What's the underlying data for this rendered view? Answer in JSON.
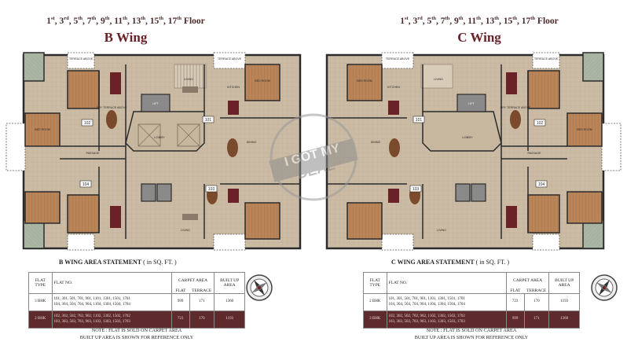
{
  "colors": {
    "title_maroon": "#6a2228",
    "dark_row": "#5e2a2c",
    "floor": "#c9b9a2",
    "terrace": "#a9b2a3",
    "wall": "#2b2b2b"
  },
  "b_wing": {
    "floors": [
      "1",
      "st",
      ", 3",
      "rd",
      ", 5",
      "th",
      ", 7",
      "th",
      ", 9",
      "th",
      ", 11",
      "th",
      ", 13",
      "th",
      ", 15",
      "th",
      ", 17",
      "th",
      " Floor"
    ],
    "title": "B Wing",
    "area_statement": "B WING AREA STATEMENT",
    "area_unit": "( in SQ. FT. )",
    "table": {
      "h_flat_type": "FLAT TYPE",
      "h_flat_no": "FLAT NO.",
      "h_carpet": "CARPET AREA",
      "h_flat": "FLAT",
      "h_terrace": "TERRACE",
      "h_built": "BUILT UP AREA",
      "rows": [
        {
          "type": "3 BHK",
          "no1": "101, 301, 501, 701, 901, 1101, 1301, 1501, 1701",
          "no2": "104, 304, 504, 704, 904, 1104, 1304, 1504, 1704",
          "flat": "999",
          "terrace": "171",
          "built": "1360"
        },
        {
          "type": "2 BHK",
          "no1": "102, 302, 502, 702, 902, 1102, 1302, 1502, 1702",
          "no2": "103, 303, 503, 703, 903, 1103, 1303, 1503, 1703",
          "flat": "723",
          "terrace": "170",
          "built": "1193"
        }
      ]
    }
  },
  "c_wing": {
    "floors": [
      "1",
      "st",
      ", 3",
      "rd",
      ", 5",
      "th",
      ", 7",
      "th",
      ", 9",
      "th",
      ", 11",
      "th",
      ", 13",
      "th",
      ", 15",
      "th",
      ", 17",
      "th",
      " Floor"
    ],
    "title": "C Wing",
    "area_statement": "C WING AREA STATEMENT",
    "area_unit": "( in SQ. FT. )",
    "table": {
      "h_flat_type": "FLAT TYPE",
      "h_flat_no": "FLAT NO.",
      "h_carpet": "CARPET AREA",
      "h_flat": "FLAT",
      "h_terrace": "TERRACE",
      "h_built": "BUILT UP AREA",
      "rows": [
        {
          "type": "2 BHK",
          "no1": "101, 301, 501, 701, 901, 1101, 1301, 1501, 1701",
          "no2": "104, 304, 504, 704, 904, 1104, 1304, 1504, 1704",
          "flat": "723",
          "terrace": "170",
          "built": "1193"
        },
        {
          "type": "3 BHK",
          "no1": "102, 302, 502, 702, 902, 1102, 1302, 1502, 1702",
          "no2": "103, 303, 503, 703, 903, 1103, 1303, 1503, 1703",
          "flat": "999",
          "terrace": "171",
          "built": "1360"
        }
      ]
    }
  },
  "note_line1": "NOTE : FLAT IS SOLD ON CARPET AREA",
  "note_line2": "BUILT UP AREA IS SHOWN FOR REFERENCE ONLY",
  "plan_labels": {
    "lobby": "LOBBY",
    "lift": "LIFT",
    "terrace_above": "TERRACE ABOVE",
    "dry_terrace_above": "DRY TERRACE ABOVE",
    "living": "LIVING",
    "kitchen": "KITCHEN",
    "bed_room": "BED ROOM",
    "passage": "PASSAGE",
    "dining": "DINING",
    "unit_101": "101",
    "unit_102": "102",
    "unit_103": "103",
    "unit_104": "104"
  },
  "watermark": {
    "line1": "I GOT MY",
    "line2": "DEAL"
  }
}
